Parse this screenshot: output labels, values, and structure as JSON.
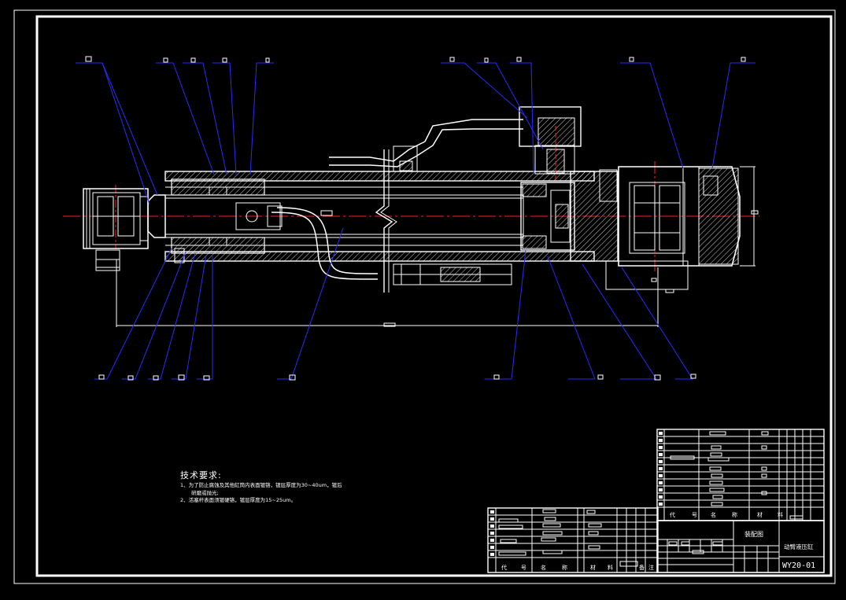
{
  "technical_requirements": {
    "title": "技术要求:",
    "item1_line1": "1、为了防止腐蚀及其他缸筒内表面镀铬，镀层厚度为30~40um，镀后",
    "item1_line2": "研磨或抛光;",
    "item2": "2、活塞杆表面须镀硬铬，镀层厚度为15~25um。"
  },
  "title_block": {
    "drawing_name": "装配图",
    "product_name": "动臂液压缸",
    "drawing_code": "WY20-01"
  },
  "parts_list_headers": {
    "right": [
      "代",
      "号",
      "名",
      "称",
      "材",
      "料"
    ],
    "left": [
      "代",
      "号",
      "名",
      "称",
      "材",
      "料",
      "备",
      "注"
    ]
  },
  "colors": {
    "background": "#000000",
    "line": "#ffffff",
    "leader": "#2a2aff",
    "centerline": "#ff2020"
  }
}
